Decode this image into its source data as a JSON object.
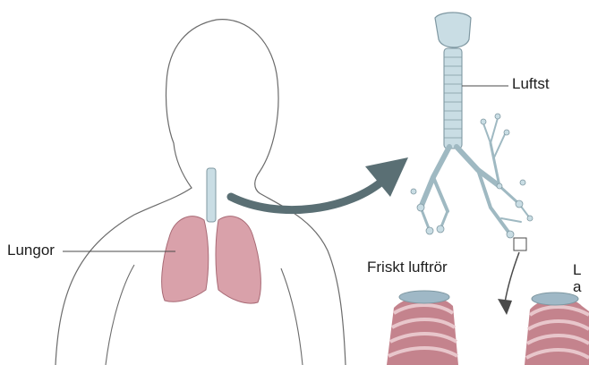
{
  "labels": {
    "lungs": "Lungor",
    "trachea": "Luftst",
    "healthy_bronchus": "Friskt luftrör",
    "cut_off_right_line1": "L",
    "cut_off_right_line2": "a"
  },
  "colors": {
    "outline": "#6b6b6b",
    "lung_fill": "#d9a1aa",
    "airway_fill": "#c9dde4",
    "airway_stroke": "#7f98a2",
    "arrow": "#5a6f74",
    "bronchus_tissue": "#c4838d",
    "bronchus_ring": "#e8c6cb"
  }
}
